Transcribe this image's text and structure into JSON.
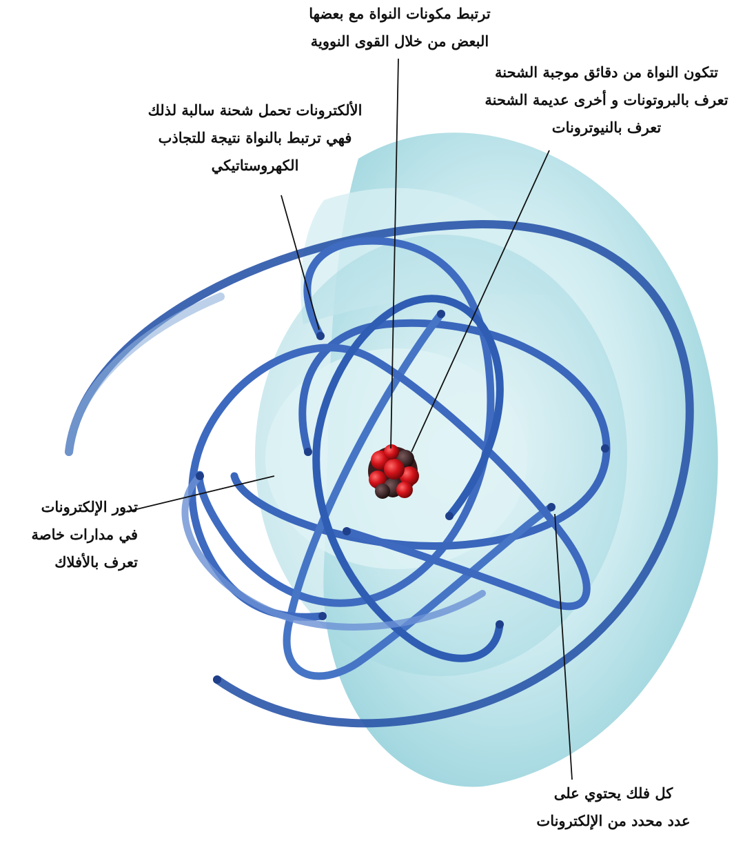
{
  "labels": {
    "nuclear_forces": {
      "line1": "ترتبط مكونات النواة مع بعضها",
      "line2": "البعض من خلال القوى النووية"
    },
    "nucleus_composition": {
      "line1": "تتكون النواة من دقائق موجبة الشحنة",
      "line2": "تعرف بالبروتونات و أخرى عديمة الشحنة",
      "line3": "تعرف بالنيوترونات"
    },
    "electron_charge": {
      "line1": "الألكترونات تحمل شحنة سالبة لذلك",
      "line2": "فهي ترتبط بالنواة نتيجة للتجاذب",
      "line3": "الكهروستاتيكي"
    },
    "orbits": {
      "line1": "تدور الإلكترونات",
      "line2": "في مدارات خاصة",
      "line3": "تعرف بالأفلاك"
    },
    "shell_count": {
      "line1": "كل فلك يحتوي على",
      "line2": "عدد محدد من الإلكترونات"
    }
  },
  "colors": {
    "shell_light": "#e6f6f8",
    "shell_mid": "#a7dce4",
    "shell_dark": "#6fbfcc",
    "orbit_tube": "#3f6cc0",
    "orbit_tube_dark": "#1f3f8a",
    "proton": "#d3131a",
    "neutron": "#2a1416",
    "leader_line": "#111111"
  }
}
